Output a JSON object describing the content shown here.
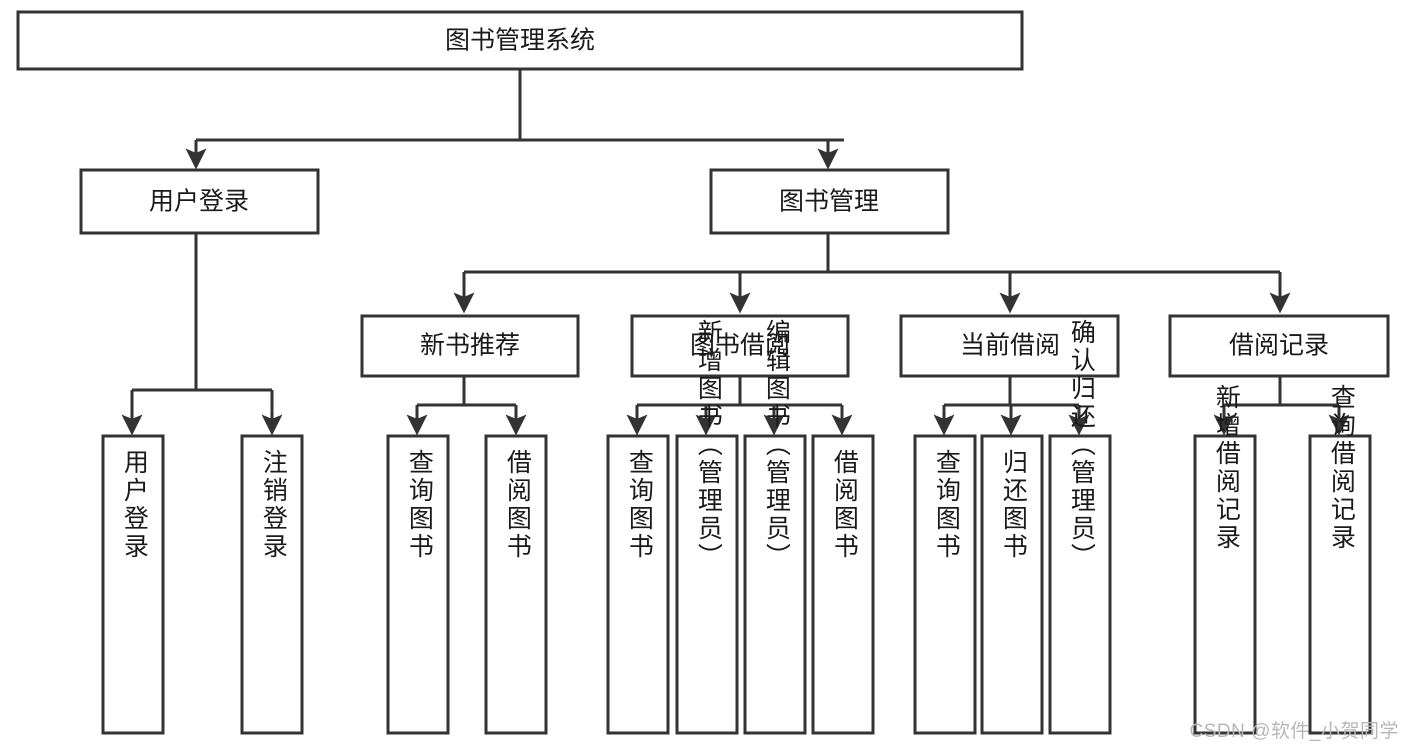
{
  "diagram": {
    "title": "图书管理系统",
    "type": "tree-hierarchy-diagram",
    "colors": {
      "stroke": "#333333",
      "fill": "#ffffff",
      "text": "#1a1a1a",
      "watermark": "#b7b7b7"
    },
    "root": {
      "id": "root",
      "label": "图书管理系统"
    },
    "level2": [
      {
        "id": "user-login",
        "label": "用户登录"
      },
      {
        "id": "book-manage",
        "label": "图书管理"
      }
    ],
    "level3": [
      {
        "id": "new-book-recommend",
        "label": "新书推荐"
      },
      {
        "id": "book-borrow",
        "label": "图书借阅"
      },
      {
        "id": "current-borrow",
        "label": "当前借阅"
      },
      {
        "id": "borrow-record",
        "label": "借阅记录"
      }
    ],
    "leaves": {
      "user_login": [
        {
          "id": "leaf-user-login",
          "label": "用户登录"
        },
        {
          "id": "leaf-logout-login",
          "label": "注销登录"
        }
      ],
      "new_book_recommend": [
        {
          "id": "leaf-query-book-1",
          "label": "查询图书"
        },
        {
          "id": "leaf-borrow-book-1",
          "label": "借阅图书"
        }
      ],
      "book_borrow": [
        {
          "id": "leaf-query-book-2",
          "label": "查询图书"
        },
        {
          "id": "leaf-add-book",
          "label": "新增图书（管理员）"
        },
        {
          "id": "leaf-edit-book",
          "label": "编辑图书（管理员）"
        },
        {
          "id": "leaf-borrow-book-2",
          "label": "借阅图书"
        }
      ],
      "current_borrow": [
        {
          "id": "leaf-query-book-3",
          "label": "查询图书"
        },
        {
          "id": "leaf-return-book",
          "label": "归还图书"
        },
        {
          "id": "leaf-confirm-return",
          "label": "确认归还（管理员）"
        }
      ],
      "borrow_record": [
        {
          "id": "leaf-add-record",
          "label": "新增借阅记录"
        },
        {
          "id": "leaf-query-record",
          "label": "查询借阅记录"
        }
      ]
    }
  },
  "watermark": {
    "text": "CSDN @软件_小贺同学"
  }
}
